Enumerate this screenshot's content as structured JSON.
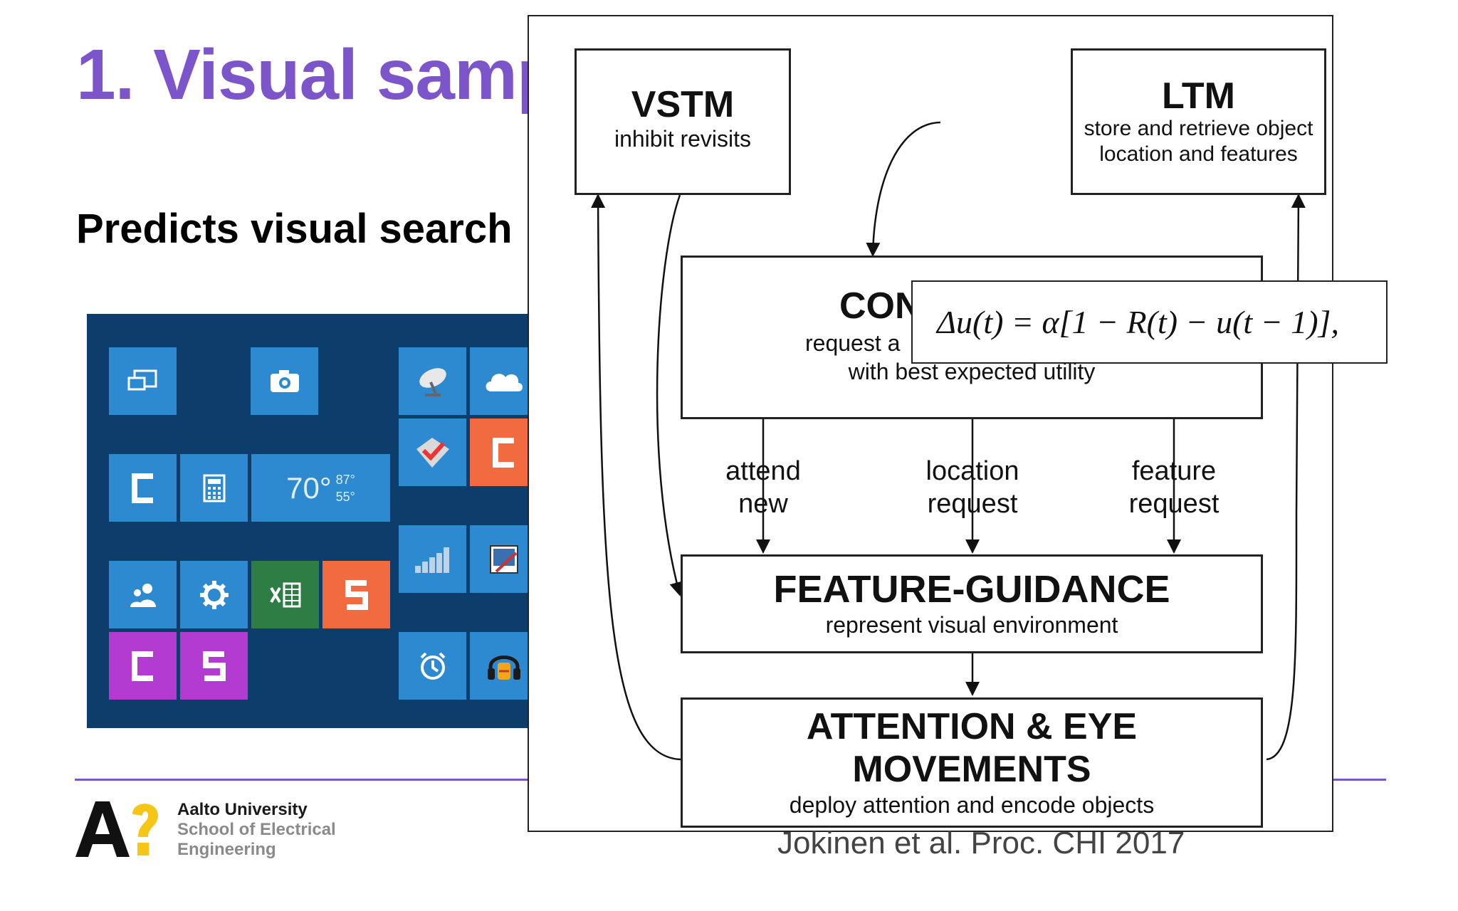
{
  "slide": {
    "title": "1. Visual samp",
    "subtitle": "Predicts visual search"
  },
  "tiles": {
    "weather_temp": "70°",
    "weather_high": "87°",
    "weather_low": "55°"
  },
  "diagram": {
    "vstm": {
      "title": "VSTM",
      "sub": "inhibit revisits"
    },
    "ltm": {
      "title": "LTM",
      "sub1": "store and retrieve object",
      "sub2": "location and features"
    },
    "control": {
      "title": "CON",
      "sub1": "request a",
      "sub2": "with best expected utility"
    },
    "labels": {
      "attend_1": "attend",
      "attend_2": "new",
      "location_1": "location",
      "location_2": "request",
      "feature_1": "feature",
      "feature_2": "request"
    },
    "feature_guidance": {
      "title": "FEATURE-GUIDANCE",
      "sub": "represent visual environment"
    },
    "attention": {
      "title1": "ATTENTION & EYE",
      "title2": "MOVEMENTS",
      "sub": "deploy attention and encode objects"
    }
  },
  "equation": "Δu(t) = α[1 − R(t) − u(t − 1)],",
  "citation": "Jokinen et al. Proc. CHI 2017",
  "logo": {
    "line1": "Aalto University",
    "line2": "School of Electrical",
    "line3": "Engineering"
  },
  "colors": {
    "accent": "#7b55c9",
    "tile_bg": "#0c3d6b",
    "tile_blue": "#2e8ad0",
    "tile_orange": "#f26a3f",
    "tile_purple": "#b33bd1",
    "tile_green": "#2e7d45",
    "logo_yellow": "#f5c518"
  }
}
